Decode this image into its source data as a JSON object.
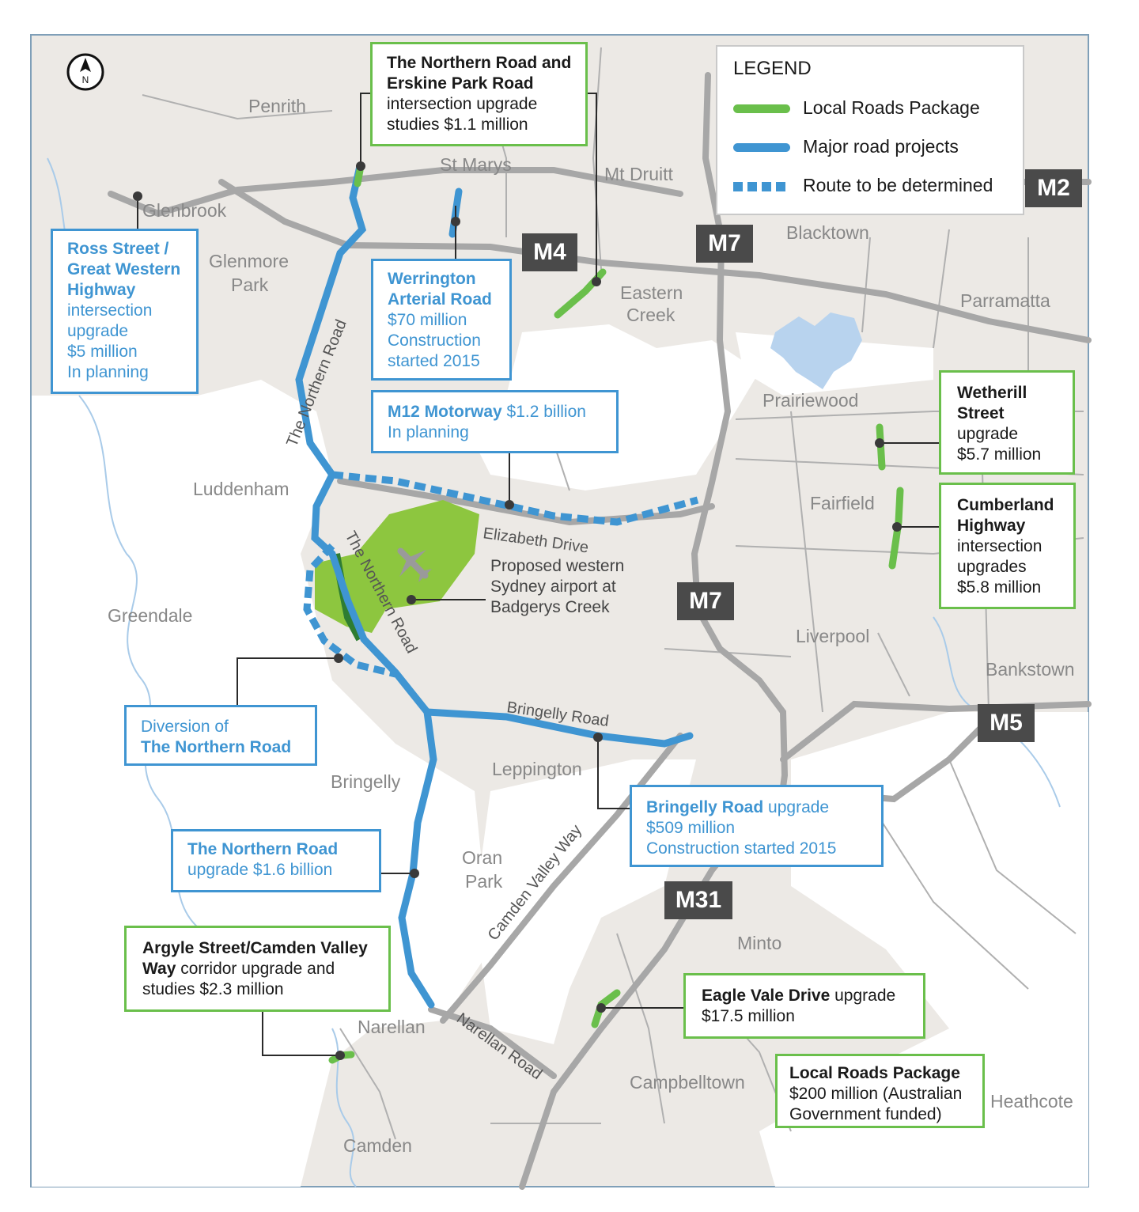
{
  "legend": {
    "title": "LEGEND",
    "items": [
      {
        "label": "Local Roads Package",
        "color": "#6abf4b",
        "style": "solid"
      },
      {
        "label": "Major road projects",
        "color": "#3f95d2",
        "style": "solid"
      },
      {
        "label": "Route to be determined",
        "color": "#3f95d2",
        "style": "dashed"
      }
    ]
  },
  "compass": {
    "letter": "N",
    "icon": "north-arrow-icon"
  },
  "motorways": [
    "M4",
    "M7",
    "M7",
    "M2",
    "M5",
    "M31"
  ],
  "places": [
    "Penrith",
    "Glenbrook",
    "St Marys",
    "Mt Druitt",
    "Glenmore",
    "Park",
    "Blacktown",
    "Eastern",
    "Creek",
    "Parramatta",
    "Prairiewood",
    "Luddenham",
    "Fairfield",
    "Greendale",
    "Liverpool",
    "Bankstown",
    "Leppington",
    "Bringelly",
    "Oran",
    "Park",
    "Minto",
    "Narellan",
    "Campbelltown",
    "Heathcote",
    "Camden"
  ],
  "road_labels": [
    "The Northern Road",
    "The Northern Road",
    "Elizabeth Drive",
    "Bringelly Road",
    "Camden Valley Way",
    "Narellan Road"
  ],
  "airport": {
    "lines": [
      "Proposed western",
      "Sydney airport at",
      "Badgerys Creek"
    ]
  },
  "callouts": {
    "northern_erskine": {
      "bold": [
        "The Northern Road and",
        "Erskine Park Road"
      ],
      "text": [
        "intersection upgrade",
        "studies $1.1 million"
      ]
    },
    "ross_street": {
      "bold": [
        "Ross Street /",
        "Great Western",
        "Highway"
      ],
      "text": [
        "intersection",
        "upgrade",
        "$5 million",
        "In planning"
      ]
    },
    "werrington": {
      "bold": [
        "Werrington",
        "Arterial Road"
      ],
      "text": [
        "$70 million",
        "Construction",
        "started 2015"
      ]
    },
    "m12": {
      "bold": "M12 Motorway",
      "rest": " $1.2 billion",
      "line2": "In planning"
    },
    "wetherill": {
      "bold": [
        "Wetherill",
        "Street"
      ],
      "text": [
        "upgrade",
        "$5.7 million"
      ]
    },
    "cumberland": {
      "bold": [
        "Cumberland",
        "Highway"
      ],
      "text": [
        "intersection",
        "upgrades",
        "$5.8 million"
      ]
    },
    "diversion": {
      "line1": "Diversion of",
      "bold": "The Northern Road"
    },
    "bringelly_road": {
      "bold": "Bringelly Road",
      "rest": " upgrade",
      "text": [
        "$509 million",
        "Construction started 2015"
      ]
    },
    "northern_upgrade": {
      "bold": "The Northern Road",
      "line2": "upgrade $1.6 billion"
    },
    "argyle": {
      "bold1": "Argyle Street/Camden Valley",
      "bold2": "Way",
      "rest2": " corridor upgrade and",
      "line3": "studies $2.3 million"
    },
    "eagle_vale": {
      "bold": "Eagle Vale Drive",
      "rest": " upgrade",
      "line2": "$17.5 million"
    },
    "local_package": {
      "bold": "Local Roads Package",
      "text": [
        "$200 million (Australian",
        "Government funded)"
      ]
    }
  },
  "colors": {
    "land": "#ece9e5",
    "white_area": "#ffffff",
    "road_grey": "#a7a7a7",
    "major_blue": "#3f95d2",
    "local_green": "#6abf4b",
    "airport_green": "#8dc63f",
    "water": "#b8d3ee",
    "river": "#a9cbe9",
    "shield": "#4a4a4a"
  }
}
